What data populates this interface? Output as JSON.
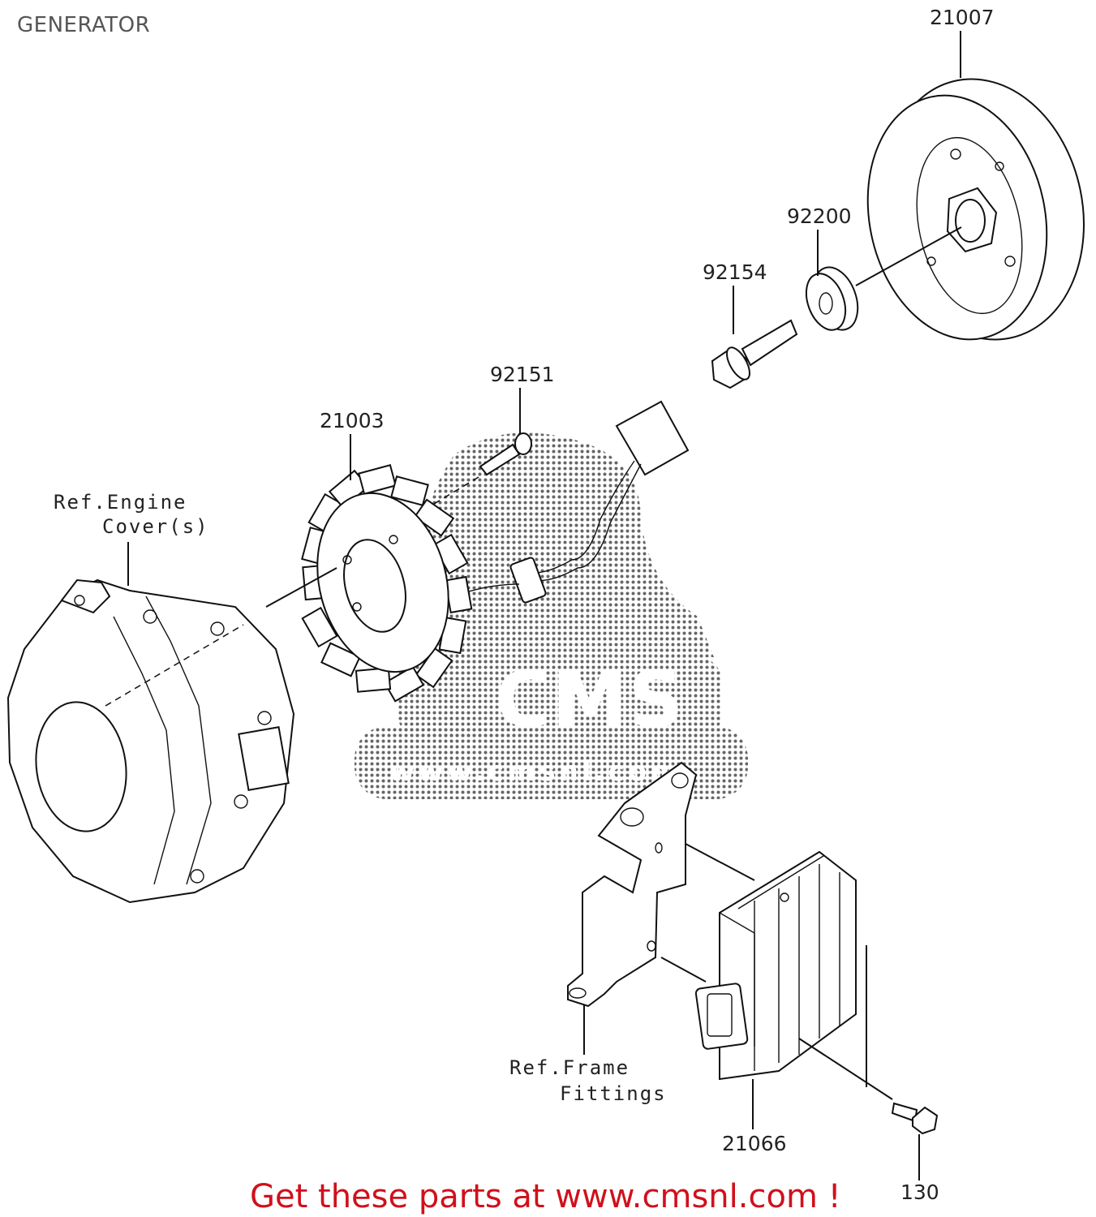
{
  "title": "GENERATOR",
  "footer": "Get these parts at www.cmsnl.com !",
  "watermark": {
    "brand": "CMS",
    "url": "www.cmsnl.com"
  },
  "parts": {
    "flywheel": "21007",
    "washer": "92200",
    "flywheel_bolt": "92154",
    "stator_bolt": "92151",
    "stator": "21003",
    "regulator": "21066",
    "regulator_bolt": "130"
  },
  "references": {
    "engine_cover_line1": "Ref.Engine",
    "engine_cover_line2": "Cover(s)",
    "frame_line1": "Ref.Frame",
    "frame_line2": "Fittings"
  },
  "colors": {
    "footer": "#d0101b",
    "title": "#555555"
  }
}
